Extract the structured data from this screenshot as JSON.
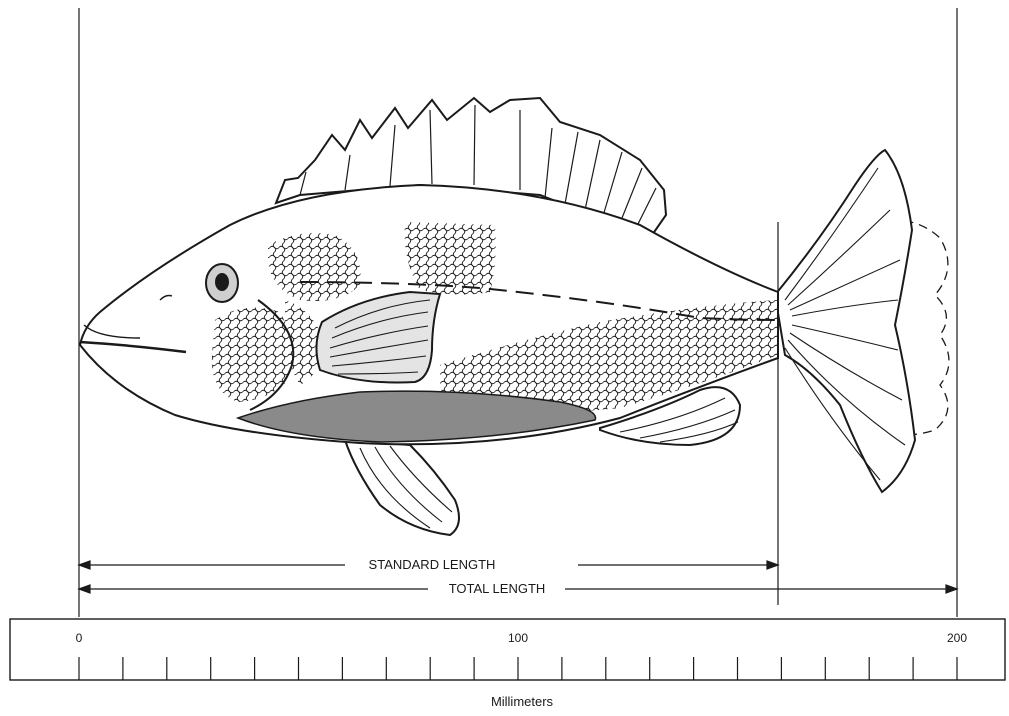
{
  "diagram": {
    "labels": {
      "standard_length": "STANDARD LENGTH",
      "total_length": "TOTAL LENGTH"
    },
    "scale": {
      "unit_label": "Millimeters",
      "tick_labels": [
        "0",
        "100",
        "200"
      ],
      "min": 0,
      "max": 200,
      "minor_step": 10
    },
    "colors": {
      "ink": "#1a1a1a",
      "pale_fill": "#e4e4e4",
      "dark_fill": "#8a8a8a"
    }
  }
}
